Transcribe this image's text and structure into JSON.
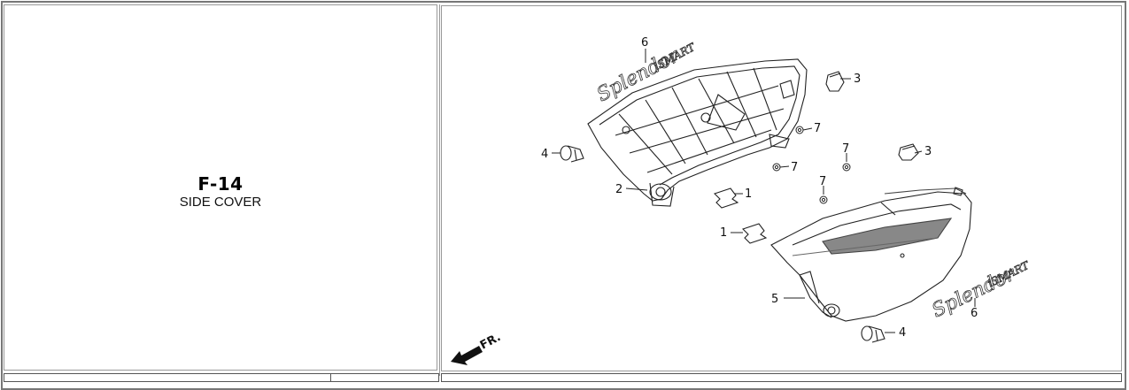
{
  "section": {
    "code": "F-14",
    "name": "SIDE COVER"
  },
  "diagram": {
    "direction_label": "FR.",
    "emblem_text": "Splendor",
    "emblem_subtext": "iSMART",
    "callouts": [
      {
        "id": "c6a",
        "label": "6"
      },
      {
        "id": "c3a",
        "label": "3"
      },
      {
        "id": "c4a",
        "label": "4"
      },
      {
        "id": "c7a",
        "label": "7"
      },
      {
        "id": "c7b",
        "label": "7"
      },
      {
        "id": "c7c",
        "label": "7"
      },
      {
        "id": "c3b",
        "label": "3"
      },
      {
        "id": "c7d",
        "label": "7"
      },
      {
        "id": "c2",
        "label": "2"
      },
      {
        "id": "c1a",
        "label": "1"
      },
      {
        "id": "c1b",
        "label": "1"
      },
      {
        "id": "c5",
        "label": "5"
      },
      {
        "id": "c6b",
        "label": "6"
      },
      {
        "id": "c4b",
        "label": "4"
      }
    ]
  }
}
